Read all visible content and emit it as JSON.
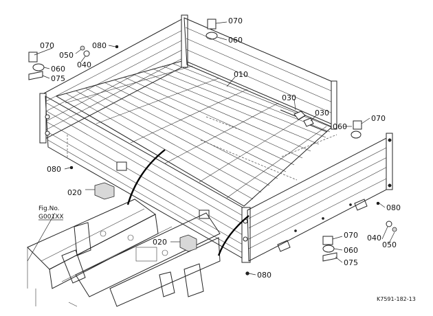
{
  "parts": {
    "p010": "010",
    "p020_a": "020",
    "p020_b": "020",
    "p030_a": "030",
    "p030_b": "030",
    "p040_a": "040",
    "p040_b": "040",
    "p050_a": "050",
    "p050_b": "050",
    "p060_a": "060",
    "p060_b": "060",
    "p060_c": "060",
    "p060_d": "060",
    "p070_a": "070",
    "p070_b": "070",
    "p070_c": "070",
    "p070_d": "070",
    "p075_a": "075",
    "p075_b": "075",
    "p080_a": "080",
    "p080_b": "080",
    "p080_c": "080",
    "p080_d": "080"
  },
  "reference": {
    "fig_no_label": "Fig.No.",
    "fig_no_value": "G001XX"
  },
  "drawing_code": "K7591-182-13"
}
